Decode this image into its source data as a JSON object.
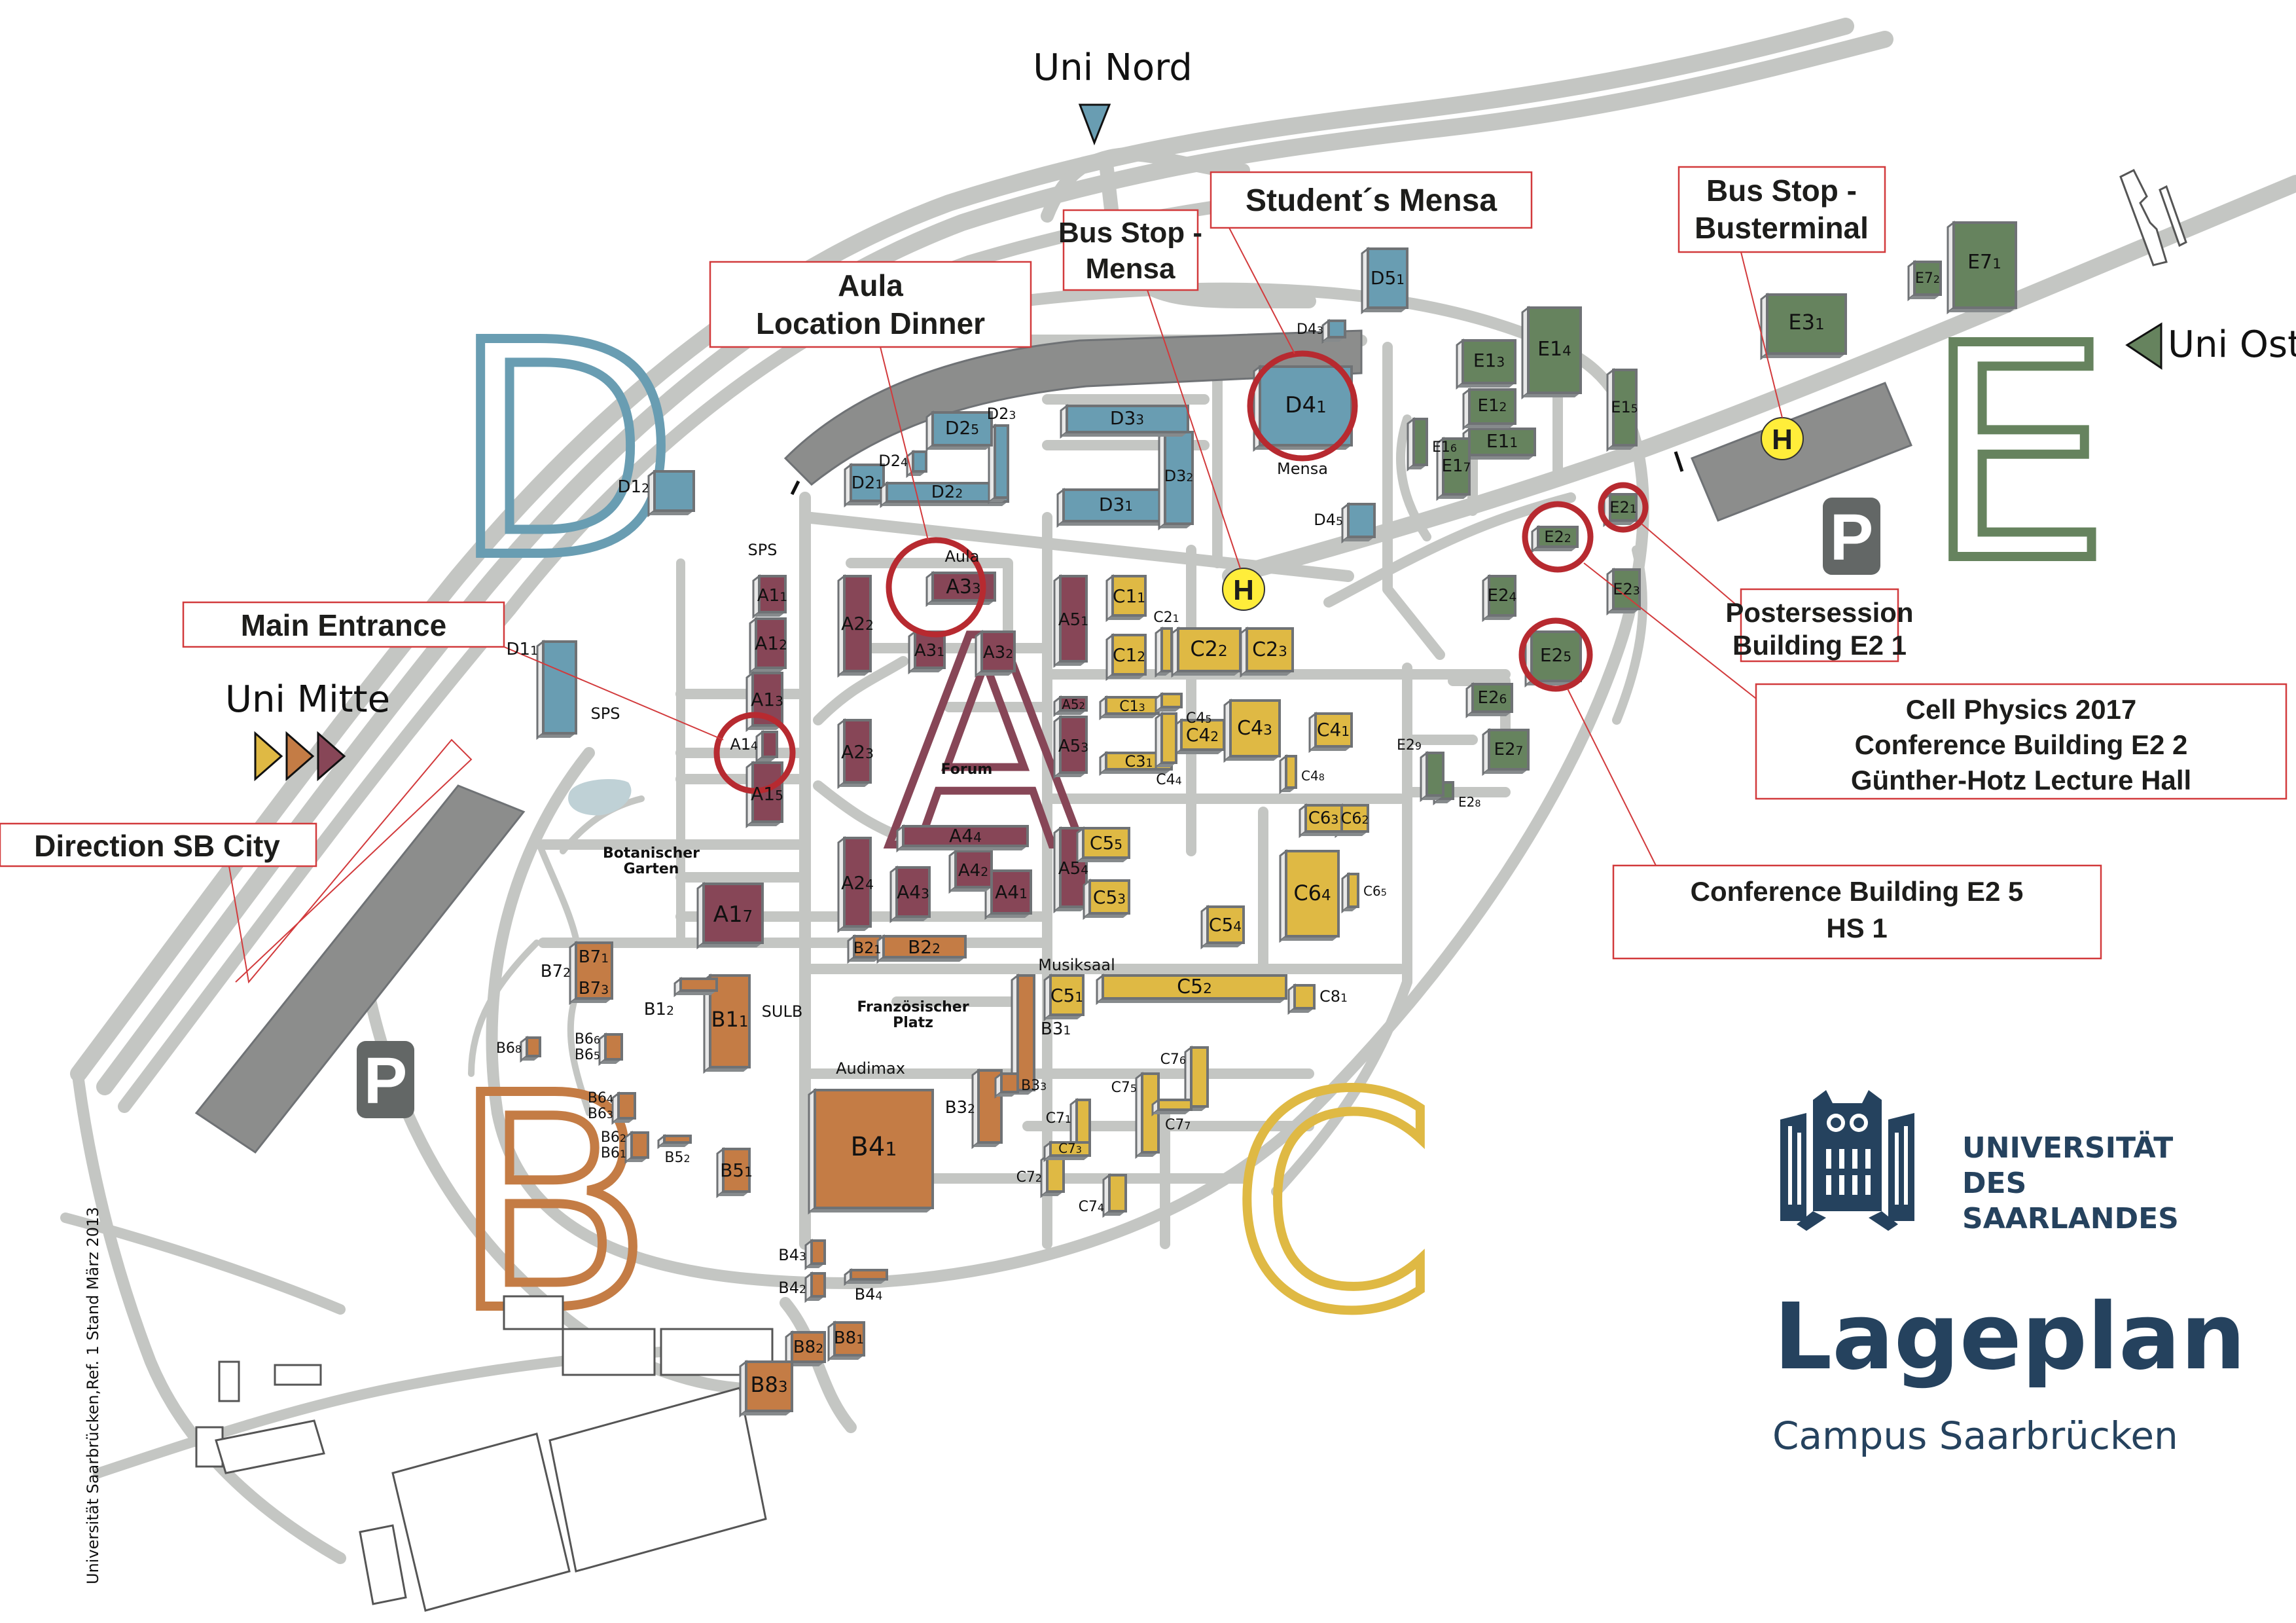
{
  "map": {
    "title": "Lageplan",
    "subtitle": "Campus Saarbrücken",
    "university": {
      "line1": "UNIVERSITÄT",
      "line2": "DES",
      "line3": "SAARLANDES"
    },
    "credit": "Universität Saarbrücken,Ref. 1  Stand  März 2013",
    "colors": {
      "zone_A": "#874657",
      "zone_B": "#c47c45",
      "zone_C": "#dfb944",
      "zone_D": "#699db2",
      "zone_E": "#66835e",
      "road": "#c4c6c3",
      "callout_red": "#d23a3c",
      "ring_red": "#b72a30",
      "bus_stop_yellow": "#ffed3a",
      "logo_blue": "#25425e"
    }
  },
  "zones": {
    "A": "A",
    "B": "B",
    "C": "C",
    "D": "D",
    "E": "E"
  },
  "directions": {
    "uni_nord": "Uni Nord",
    "uni_ost": "Uni Ost",
    "uni_mitte": "Uni Mitte"
  },
  "callouts": {
    "aula": {
      "line1": "Aula",
      "line2": "Location Dinner"
    },
    "bus_mensa": {
      "line1": "Bus Stop -",
      "line2": "Mensa"
    },
    "student_mensa": {
      "line1": "Student´s Mensa"
    },
    "bus_terminal": {
      "line1": "Bus Stop -",
      "line2": "Busterminal"
    },
    "main_entrance": {
      "line1": "Main Entrance"
    },
    "direction_city": {
      "line1": "Direction SB City"
    },
    "postersession": {
      "line1": "Postersession",
      "line2": "Building E2 1"
    },
    "cell_physics": {
      "line1": "Cell Physics 2017",
      "line2": "Conference Building E2 2",
      "line3": "Günther-Hotz Lecture Hall"
    },
    "conf_e25": {
      "line1": "Conference Building E2 5",
      "line2": "HS 1"
    }
  },
  "places": {
    "sps1": "SPS",
    "sps2": "SPS",
    "aula": "Aula",
    "forum": "Forum",
    "mensa": "Mensa",
    "botanischer1": "Botanischer",
    "botanischer2": "Garten",
    "sulb": "SULB",
    "franz1": "Französischer",
    "franz2": "Platz",
    "audimax": "Audimax",
    "musiksaal": "Musiksaal"
  },
  "icons": {
    "parking": "P",
    "bus_stop": "H"
  },
  "buildings": {
    "A1_1": {
      "b": "A1",
      "s": "1"
    },
    "A1_2": {
      "b": "A1",
      "s": "2"
    },
    "A1_3": {
      "b": "A1",
      "s": "3"
    },
    "A1_4": {
      "b": "A1",
      "s": "4"
    },
    "A1_5": {
      "b": "A1",
      "s": "5"
    },
    "A1_7": {
      "b": "A1",
      "s": "7"
    },
    "A2_2": {
      "b": "A2",
      "s": "2"
    },
    "A2_3": {
      "b": "A2",
      "s": "3"
    },
    "A2_4": {
      "b": "A2",
      "s": "4"
    },
    "A3_1": {
      "b": "A3",
      "s": "1"
    },
    "A3_2": {
      "b": "A3",
      "s": "2"
    },
    "A3_3": {
      "b": "A3",
      "s": "3"
    },
    "A4_1": {
      "b": "A4",
      "s": "1"
    },
    "A4_2": {
      "b": "A4",
      "s": "2"
    },
    "A4_3": {
      "b": "A4",
      "s": "3"
    },
    "A4_4": {
      "b": "A4",
      "s": "4"
    },
    "A5_1": {
      "b": "A5",
      "s": "1"
    },
    "A5_2": {
      "b": "A5",
      "s": "2"
    },
    "A5_3": {
      "b": "A5",
      "s": "3"
    },
    "A5_4": {
      "b": "A5",
      "s": "4"
    },
    "B1_1": {
      "b": "B1",
      "s": "1"
    },
    "B1_2": {
      "b": "B1",
      "s": "2"
    },
    "B2_1": {
      "b": "B2",
      "s": "1"
    },
    "B2_2": {
      "b": "B2",
      "s": "2"
    },
    "B3_1": {
      "b": "B3",
      "s": "1"
    },
    "B3_2": {
      "b": "B3",
      "s": "2"
    },
    "B3_3": {
      "b": "B3",
      "s": "3"
    },
    "B4_1": {
      "b": "B4",
      "s": "1"
    },
    "B4_2": {
      "b": "B4",
      "s": "2"
    },
    "B4_3": {
      "b": "B4",
      "s": "3"
    },
    "B4_4": {
      "b": "B4",
      "s": "4"
    },
    "B5_1": {
      "b": "B5",
      "s": "1"
    },
    "B5_2": {
      "b": "B5",
      "s": "2"
    },
    "B6_1": {
      "b": "B6",
      "s": "1"
    },
    "B6_2": {
      "b": "B6",
      "s": "2"
    },
    "B6_3": {
      "b": "B6",
      "s": "3"
    },
    "B6_4": {
      "b": "B6",
      "s": "4"
    },
    "B6_5": {
      "b": "B6",
      "s": "5"
    },
    "B6_6": {
      "b": "B6",
      "s": "6"
    },
    "B6_8": {
      "b": "B6",
      "s": "8"
    },
    "B7_1": {
      "b": "B7",
      "s": "1"
    },
    "B7_2": {
      "b": "B7",
      "s": "2"
    },
    "B7_3": {
      "b": "B7",
      "s": "3"
    },
    "B8_1": {
      "b": "B8",
      "s": "1"
    },
    "B8_2": {
      "b": "B8",
      "s": "2"
    },
    "B8_3": {
      "b": "B8",
      "s": "3"
    },
    "C1_1": {
      "b": "C1",
      "s": "1"
    },
    "C1_2": {
      "b": "C1",
      "s": "2"
    },
    "C1_3": {
      "b": "C1",
      "s": "3"
    },
    "C2_1": {
      "b": "C2",
      "s": "1"
    },
    "C2_2": {
      "b": "C2",
      "s": "2"
    },
    "C2_3": {
      "b": "C2",
      "s": "3"
    },
    "C3_1": {
      "b": "C3",
      "s": "1"
    },
    "C4_1": {
      "b": "C4",
      "s": "1"
    },
    "C4_2": {
      "b": "C4",
      "s": "2"
    },
    "C4_3": {
      "b": "C4",
      "s": "3"
    },
    "C4_4": {
      "b": "C4",
      "s": "4"
    },
    "C4_5": {
      "b": "C4",
      "s": "5"
    },
    "C4_8": {
      "b": "C4",
      "s": "8"
    },
    "C5_1": {
      "b": "C5",
      "s": "1"
    },
    "C5_2": {
      "b": "C5",
      "s": "2"
    },
    "C5_3": {
      "b": "C5",
      "s": "3"
    },
    "C5_4": {
      "b": "C5",
      "s": "4"
    },
    "C5_5": {
      "b": "C5",
      "s": "5"
    },
    "C6_2": {
      "b": "C6",
      "s": "2"
    },
    "C6_3": {
      "b": "C6",
      "s": "3"
    },
    "C6_4": {
      "b": "C6",
      "s": "4"
    },
    "C6_5": {
      "b": "C6",
      "s": "5"
    },
    "C7_1": {
      "b": "C7",
      "s": "1"
    },
    "C7_2": {
      "b": "C7",
      "s": "2"
    },
    "C7_3": {
      "b": "C7",
      "s": "3"
    },
    "C7_4": {
      "b": "C7",
      "s": "4"
    },
    "C7_5": {
      "b": "C7",
      "s": "5"
    },
    "C7_6": {
      "b": "C7",
      "s": "6"
    },
    "C7_7": {
      "b": "C7",
      "s": "7"
    },
    "C8_1": {
      "b": "C8",
      "s": "1"
    },
    "D1_1": {
      "b": "D1",
      "s": "1"
    },
    "D1_2": {
      "b": "D1",
      "s": "2"
    },
    "D2_1": {
      "b": "D2",
      "s": "1"
    },
    "D2_2": {
      "b": "D2",
      "s": "2"
    },
    "D2_3": {
      "b": "D2",
      "s": "3"
    },
    "D2_4": {
      "b": "D2",
      "s": "4"
    },
    "D2_5": {
      "b": "D2",
      "s": "5"
    },
    "D3_1": {
      "b": "D3",
      "s": "1"
    },
    "D3_2": {
      "b": "D3",
      "s": "2"
    },
    "D3_3": {
      "b": "D3",
      "s": "3"
    },
    "D4_1": {
      "b": "D4",
      "s": "1"
    },
    "D4_3": {
      "b": "D4",
      "s": "3"
    },
    "D4_5": {
      "b": "D4",
      "s": "5"
    },
    "D5_1": {
      "b": "D5",
      "s": "1"
    },
    "E1_1": {
      "b": "E1",
      "s": "1"
    },
    "E1_2": {
      "b": "E1",
      "s": "2"
    },
    "E1_3": {
      "b": "E1",
      "s": "3"
    },
    "E1_4": {
      "b": "E1",
      "s": "4"
    },
    "E1_5": {
      "b": "E1",
      "s": "5"
    },
    "E1_6": {
      "b": "E1",
      "s": "6"
    },
    "E1_7": {
      "b": "E1",
      "s": "7"
    },
    "E2_1": {
      "b": "E2",
      "s": "1"
    },
    "E2_2": {
      "b": "E2",
      "s": "2"
    },
    "E2_3": {
      "b": "E2",
      "s": "3"
    },
    "E2_4": {
      "b": "E2",
      "s": "4"
    },
    "E2_5": {
      "b": "E2",
      "s": "5"
    },
    "E2_6": {
      "b": "E2",
      "s": "6"
    },
    "E2_7": {
      "b": "E2",
      "s": "7"
    },
    "E2_8": {
      "b": "E2",
      "s": "8"
    },
    "E2_9": {
      "b": "E2",
      "s": "9"
    },
    "E3_1": {
      "b": "E3",
      "s": "1"
    },
    "E7_1": {
      "b": "E7",
      "s": "1"
    },
    "E7_2": {
      "b": "E7",
      "s": "2"
    }
  }
}
